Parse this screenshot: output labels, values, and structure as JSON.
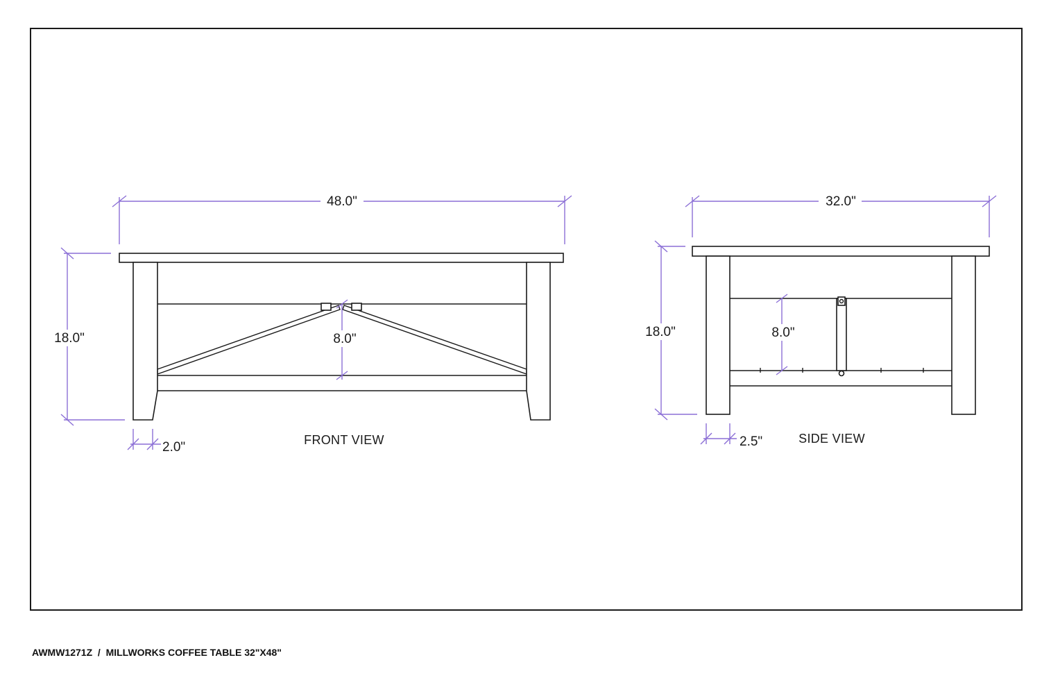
{
  "caption": "AWMW1271Z  /  MILLWORKS COFFEE TABLE 32\"X48\"",
  "front_view": {
    "label": "FRONT VIEW",
    "width": "48.0\"",
    "height": "18.0\"",
    "shelf_gap": "8.0\"",
    "leg_width": "2.0\""
  },
  "side_view": {
    "label": "SIDE VIEW",
    "width": "32.0\"",
    "height": "18.0\"",
    "shelf_gap": "8.0\"",
    "leg_width": "2.5\""
  },
  "colors": {
    "dimension_lines": "#8b6fd6",
    "drawing_lines": "#1a1a1a"
  }
}
